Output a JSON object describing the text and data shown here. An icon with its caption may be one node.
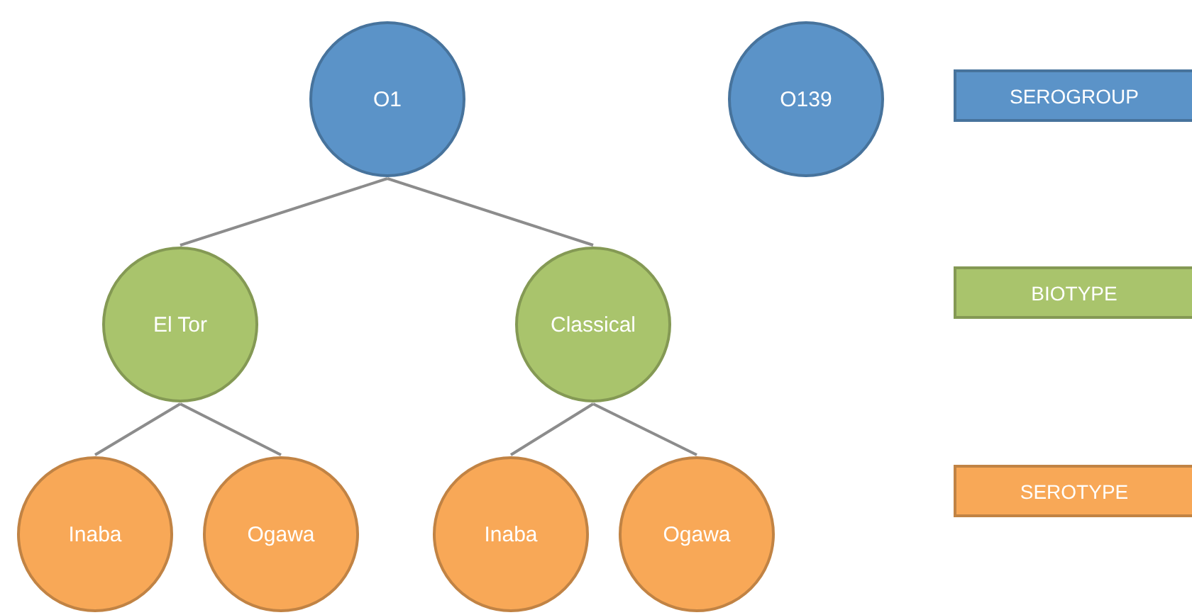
{
  "diagram": {
    "nodes": [
      {
        "text": [
          "O1"
        ]
      },
      {
        "text": [
          "O139"
        ]
      },
      {
        "text": [
          "El Tor"
        ]
      },
      {
        "text": [
          "Classical"
        ]
      },
      {
        "text": [
          "Inaba"
        ]
      },
      {
        "text": [
          "Ogawa"
        ]
      },
      {
        "text": [
          "Inaba"
        ]
      },
      {
        "text": [
          "Ogawa"
        ]
      }
    ],
    "edges": [
      {
        "from": 0,
        "to": 2,
        "arrow": "none"
      },
      {
        "from": 0,
        "to": 3,
        "arrow": "none"
      },
      {
        "from": 2,
        "to": 4,
        "arrow": "none"
      },
      {
        "from": 2,
        "to": 5,
        "arrow": "none"
      },
      {
        "from": 3,
        "to": 6,
        "arrow": "none"
      },
      {
        "from": 3,
        "to": 7,
        "arrow": "none"
      }
    ],
    "legend": [
      {
        "text": "SEROGROUP",
        "color": "#5b93c8"
      },
      {
        "text": "BIOTYPE",
        "color": "#a9c46c"
      },
      {
        "text": "SEROTYPE",
        "color": "#f8a857"
      }
    ]
  }
}
